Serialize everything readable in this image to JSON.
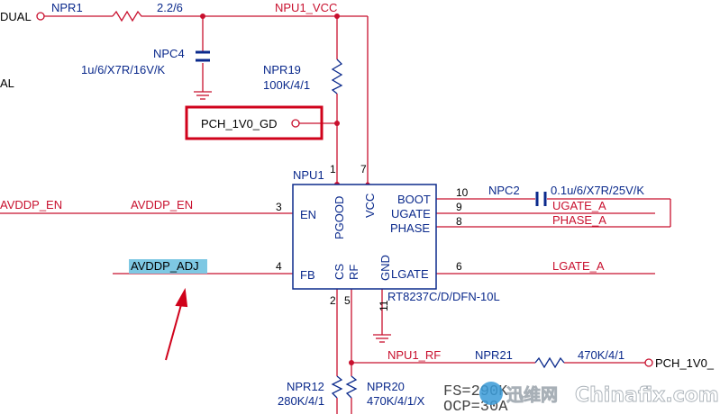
{
  "nets": {
    "dual": "DUAL",
    "al": "AL",
    "npu1_vcc": "NPU1_VCC",
    "pch_gd": "PCH_1V0_GD",
    "avddp_en_left": "AVDDP_EN",
    "avddp_en_right": "AVDDP_EN",
    "avddp_adj": "AVDDP_ADJ",
    "ugate": "UGATE_A",
    "phase": "PHASE_A",
    "lgate": "LGATE_A",
    "npu1_rf": "NPU1_RF",
    "pch_right": "PCH_1V0_"
  },
  "components": {
    "npr1": {
      "ref": "NPR1",
      "value": "2.2/6"
    },
    "npc4": {
      "ref": "NPC4",
      "value": "1u/6/X7R/16V/K"
    },
    "npr19": {
      "ref": "NPR19",
      "value": "100K/4/1"
    },
    "npc2": {
      "ref": "NPC2",
      "value": "0.1u/6/X7R/25V/K"
    },
    "npr21": {
      "ref": "NPR21",
      "value": "470K/4/1"
    },
    "npr12": {
      "ref": "NPR12",
      "value": "280K/4/1"
    },
    "npr20": {
      "ref": "NPR20",
      "value": "470K/4/1/X"
    }
  },
  "ic": {
    "ref": "NPU1",
    "part": "RT8237C/D/DFN-10L",
    "pins": {
      "en": "EN",
      "fb": "FB",
      "pgood": "PGOOD",
      "vcc": "VCC",
      "boot": "BOOT",
      "ugate": "UGATE",
      "phase": "PHASE",
      "cs": "CS",
      "rf": "RF",
      "gnd": "GND",
      "lgate": "LGATE"
    },
    "pin_numbers": {
      "p1": "1",
      "p7": "7",
      "p3": "3",
      "p4": "4",
      "p10": "10",
      "p9": "9",
      "p8": "8",
      "p6": "6",
      "p2": "2",
      "p5": "5",
      "p11": "11"
    }
  },
  "notes": {
    "fs": "FS=290K",
    "ocp": "OCP=30A"
  },
  "watermark": {
    "cn": "迅维网",
    "en": "Chinafix.com"
  },
  "colors": {
    "wire_red": "#c8102e",
    "label_blue": "#0b2a8c",
    "highlight": "#c8102e",
    "adj_highlight": "#7ec8e3"
  }
}
